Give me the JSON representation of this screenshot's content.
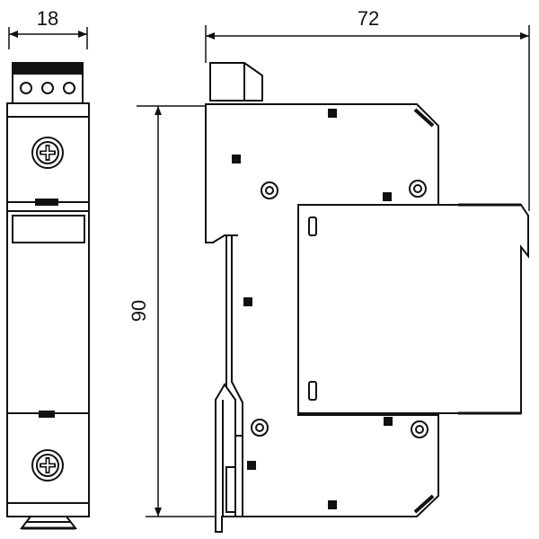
{
  "dimensions": {
    "width_front": "18",
    "width_side": "72",
    "height": "90"
  },
  "colors": {
    "line": "#111111",
    "fill": "#ffffff"
  }
}
